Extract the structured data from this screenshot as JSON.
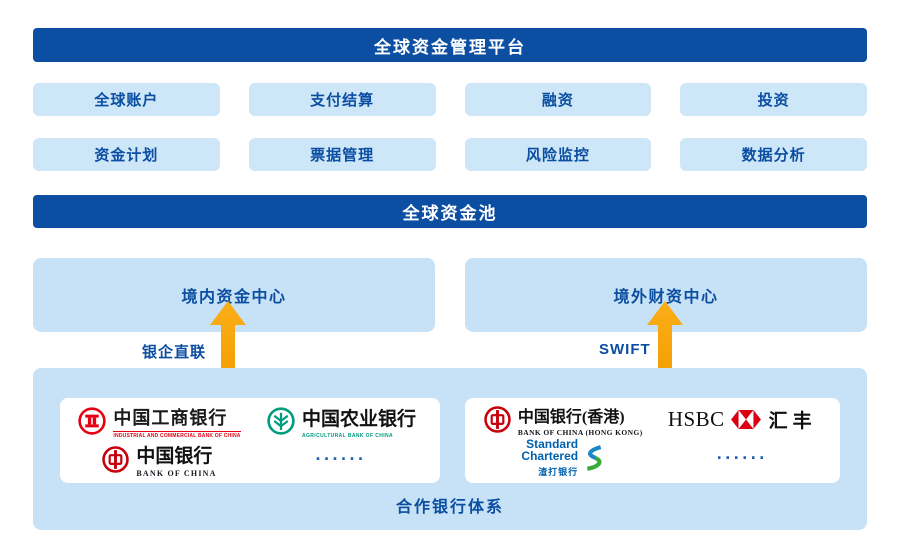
{
  "platform": {
    "title": "全球资金管理平台"
  },
  "modules": {
    "row1": [
      "全球账户",
      "支付结算",
      "融资",
      "投资"
    ],
    "row2": [
      "资金计划",
      "票据管理",
      "风险监控",
      "数据分析"
    ]
  },
  "pool": {
    "title": "全球资金池"
  },
  "centers": {
    "domestic": "境内资金中心",
    "overseas": "境外财资中心"
  },
  "links": {
    "domestic": "银企直联",
    "overseas": "SWIFT"
  },
  "partner_panel": {
    "title": "合作银行体系",
    "more_domestic": "......",
    "more_overseas": "......"
  },
  "banks": {
    "icbc": {
      "cn": "中国工商银行",
      "en": "INDUSTRIAL AND COMMERCIAL BANK OF CHINA"
    },
    "abc": {
      "cn": "中国农业银行",
      "en": "AGRICULTURAL BANK OF CHINA"
    },
    "boc": {
      "cn": "中国银行",
      "en": "BANK OF CHINA"
    },
    "bochk": {
      "cn": "中国银行(香港)",
      "en": "BANK OF CHINA (HONG KONG)"
    },
    "hsbc": {
      "latin": "HSBC",
      "cn": "汇丰"
    },
    "scb": {
      "line1": "Standard",
      "line2": "Chartered",
      "cn": "渣打银行"
    }
  },
  "icons": {
    "icbc_logo": "icbc-logo-icon",
    "abc_logo": "abc-logo-icon",
    "boc_logo": "boc-logo-icon",
    "bochk_logo": "bochk-logo-icon",
    "hsbc_hexagon": "hsbc-hexagon-icon",
    "scb_mark": "standard-chartered-s-icon",
    "left_arrow": "bank-direct-link-arrow-icon",
    "right_arrow": "swift-arrow-icon"
  },
  "colors": {
    "banner_blue": "#0B4EA2",
    "tile_blue": "#CDE6F8",
    "panel_blue": "#C7E2F6",
    "text_blue": "#0B4EA2",
    "arrow_orange": "#F7A308",
    "icbc_red": "#E60012",
    "abc_green": "#009C7E",
    "boc_red": "#C7000B",
    "hsbc_red": "#DB0011",
    "scb_blue": "#0061AF",
    "scb_green": "#3BAA36",
    "dots_blue": "#1F63AE"
  }
}
